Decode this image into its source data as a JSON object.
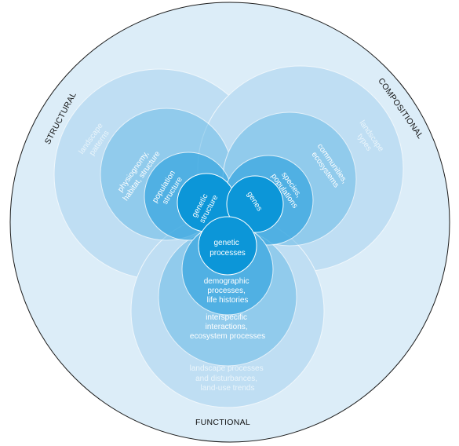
{
  "outer_labels": {
    "structural": "STRUCTURAL",
    "compositional": "COMPOSITIONAL",
    "functional": "FUNCTIONAL"
  },
  "structural": {
    "landscape": [
      "landscape",
      "patterns"
    ],
    "community": [
      "physiognomy,",
      "habitat, structure"
    ],
    "population": [
      "population",
      "structure"
    ],
    "genetic": [
      "genetic",
      "structure"
    ]
  },
  "compositional": {
    "landscape": [
      "landscape",
      "types"
    ],
    "community": [
      "communities,",
      "ecosystems"
    ],
    "population": [
      "species,",
      "populations"
    ],
    "genetic": [
      "genes"
    ]
  },
  "functional": {
    "landscape": [
      "landscape processes",
      "and disturbances,",
      "land-use trends"
    ],
    "community": [
      "interspecific",
      "interactions,",
      "ecosystem processes"
    ],
    "population": [
      "demographic",
      "processes,",
      "life histories"
    ],
    "genetic": [
      "genetic",
      "processes"
    ]
  },
  "colors": {
    "outer_fill": "#dcedf8",
    "ring1": "#a9d3ef",
    "ring2": "#6dbce8",
    "ring3": "#35a6e0",
    "ring4": "#0c96d8",
    "stroke": "#1b1b1b"
  }
}
